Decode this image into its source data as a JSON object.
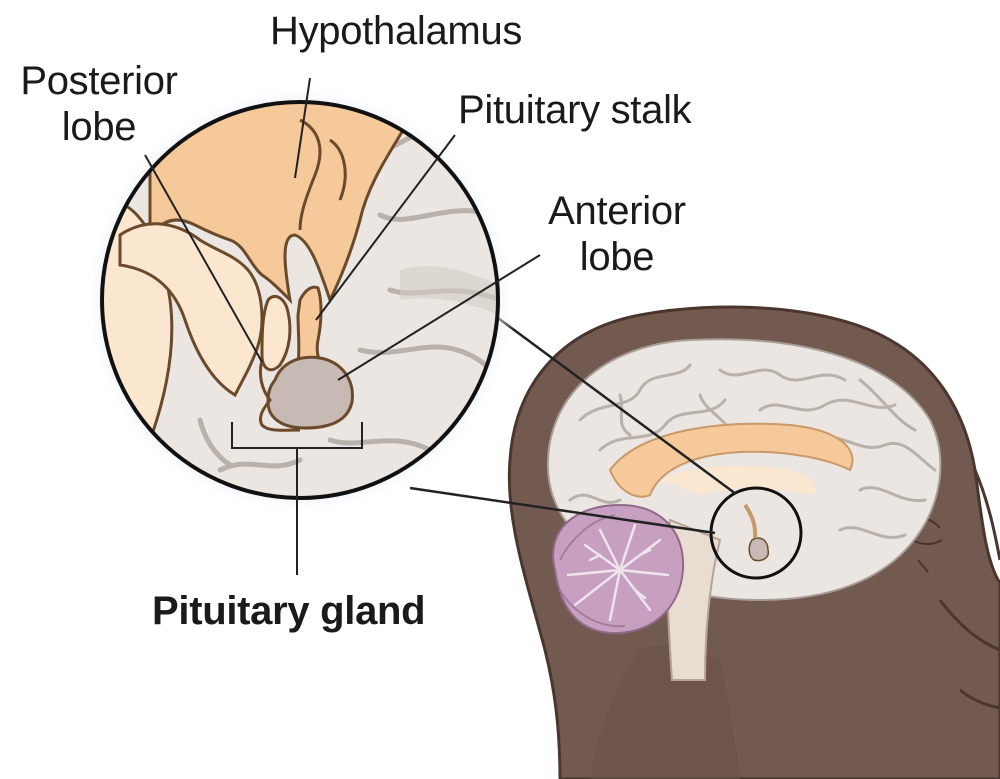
{
  "labels": {
    "hypothalamus": "Hypothalamus",
    "posterior_lobe_line1": "Posterior",
    "posterior_lobe_line2": "lobe",
    "pituitary_stalk": "Pituitary stalk",
    "anterior_lobe_line1": "Anterior",
    "anterior_lobe_line2": "lobe",
    "pituitary_gland": "Pituitary gland"
  },
  "colors": {
    "head_skin": "#735a50",
    "head_outline": "#4a362e",
    "brain_tissue": "#ebe6e1",
    "brain_fold": "#b9b1ab",
    "hypothalamus_fill": "#f5c99a",
    "pale_tissue": "#fbe7d0",
    "gland_fill": "#c7b9b3",
    "cerebellum_fill": "#c79fc0",
    "leader_line": "#222222",
    "outline_brown": "#6b4a2b"
  }
}
